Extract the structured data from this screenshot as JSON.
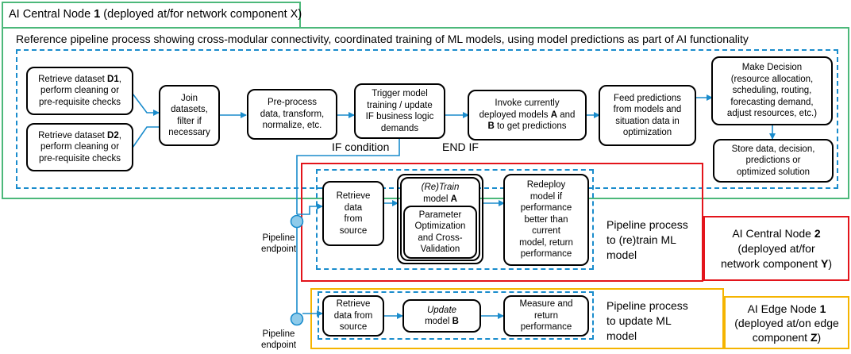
{
  "central1": {
    "title_pre": "AI Central Node ",
    "title_num": "1",
    "title_post": " (deployed at/for network component X)"
  },
  "reference_title": "Reference pipeline process showing cross-modular connectivity, coordinated training of ML models, using model predictions as part of AI functionality",
  "nodes": {
    "d1": {
      "pre": "Retrieve dataset ",
      "bold": "D1",
      "post": ",\nperform cleaning or\npre-requisite checks"
    },
    "d2": {
      "pre": "Retrieve dataset ",
      "bold": "D2",
      "post": ",\nperform cleaning or\npre-requisite checks"
    },
    "join": "Join\ndatasets,\nfilter if\nnecessary",
    "preprocess": "Pre-process\ndata, transform,\nnormalize, etc.",
    "trigger": "Trigger model\ntraining / update\nIF business logic\ndemands",
    "invoke": {
      "l1": "Invoke currently",
      "l2_pre": "deployed models ",
      "l2_b": "A",
      "l2_post": " and",
      "l3_b": "B",
      "l3_post": " to get predictions"
    },
    "feed": "Feed predictions\nfrom models and\nsituation data in\noptimization",
    "decision": "Make Decision\n(resource allocation,\nscheduling, routing,\nforecasting demand,\nadjust resources, etc.)",
    "store": "Store data, decision,\npredictions or\noptimized solution"
  },
  "if_condition": "IF condition",
  "end_if": "END IF",
  "retrain": {
    "retrieve": "Retrieve\ndata\nfrom\nsource",
    "train_italic": "(Re)Train",
    "train_model_pre": "model ",
    "train_model_b": "A",
    "param": "Parameter\nOptimization\nand Cross-\nValidation",
    "redeploy": "Redeploy\nmodel if\nperformance\nbetter than\ncurrent\nmodel, return\nperformance",
    "pipeline_label": "Pipeline process\nto (re)train ML\nmodel"
  },
  "central2": {
    "l1_pre": "AI Central Node ",
    "l1_b": "2",
    "l2": "(deployed at/for",
    "l3_pre": "network component ",
    "l3_b": "Y",
    "l3_post": ")"
  },
  "update": {
    "retrieve": "Retrieve\ndata from\nsource",
    "update_italic": "Update",
    "update_model_pre": "model ",
    "update_model_b": "B",
    "measure": "Measure and\nreturn\nperformance",
    "pipeline_label": "Pipeline process\nto update ML\nmodel"
  },
  "edge1": {
    "l1_pre": "AI Edge Node ",
    "l1_b": "1",
    "l2": "(deployed at/on edge",
    "l3_pre": "component ",
    "l3_b": "Z",
    "l3_post": ")"
  },
  "endpoint1": "Pipeline\nendpoint",
  "endpoint2": "Pipeline\nendpoint",
  "colors": {
    "green": "#4cb87a",
    "red": "#e3141b",
    "yellow": "#f5b400",
    "blue": "#1a8ccc",
    "endpoint_fill": "#8fcbea"
  }
}
